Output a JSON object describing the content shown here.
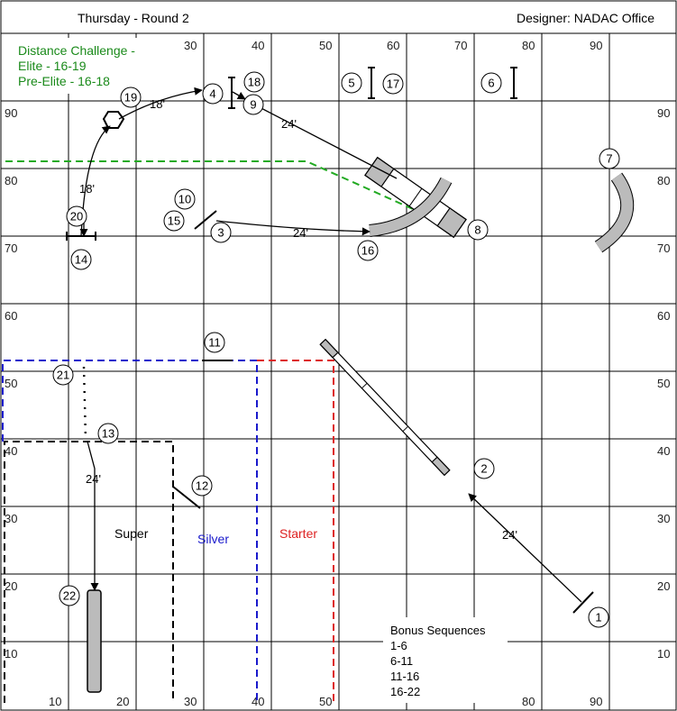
{
  "header": {
    "title": "Thursday - Round 2",
    "designer": "Designer: NADAC Office"
  },
  "distance_challenge": {
    "heading": "Distance Challenge -",
    "elite": "Elite - 16-19",
    "pre_elite": "Pre-Elite - 16-18"
  },
  "grid_ticks": {
    "top": [
      "30",
      "40",
      "50",
      "60",
      "70",
      "80",
      "90"
    ],
    "bottom": [
      "10",
      "20",
      "30",
      "40",
      "50",
      "80",
      "90"
    ],
    "left": [
      "90",
      "80",
      "70",
      "60",
      "50",
      "40",
      "30",
      "20",
      "10"
    ],
    "right": [
      "90",
      "80",
      "70",
      "60",
      "50",
      "40",
      "30",
      "20",
      "10"
    ]
  },
  "obstacle_numbers": [
    "1",
    "2",
    "3",
    "4",
    "5",
    "6",
    "7",
    "8",
    "9",
    "10",
    "11",
    "12",
    "13",
    "14",
    "15",
    "16",
    "17",
    "18",
    "19",
    "20",
    "21",
    "22"
  ],
  "distances": {
    "d_19_4": "18'",
    "d_9_8": "24'",
    "d_19_20": "18'",
    "d_3_16": "24'",
    "d_13_22": "24'",
    "d_2_1": "24'"
  },
  "zones": {
    "super": "Super",
    "silver": "Silver",
    "starter": "Starter"
  },
  "bonus": {
    "title": "Bonus Sequences",
    "items": [
      "1-6",
      "6-11",
      "11-16",
      "16-22"
    ]
  },
  "colors": {
    "grid": "#000000",
    "distance_line": "#22aa22",
    "distance_text": "#1a8a1a",
    "silver": "#1a1acc",
    "starter": "#dd2222",
    "super": "#000000",
    "equipment_fill": "#bbbbbb"
  }
}
